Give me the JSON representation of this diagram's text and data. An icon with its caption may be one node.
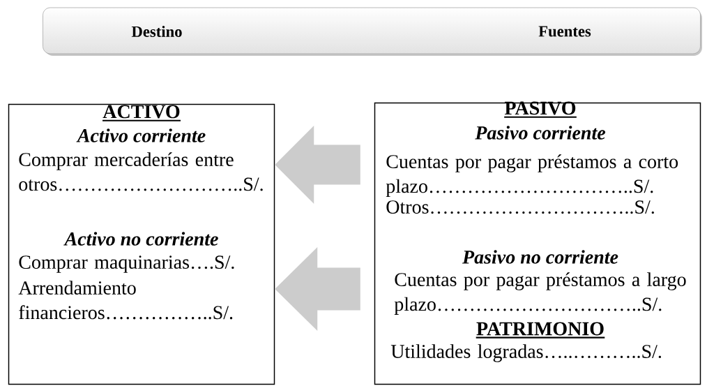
{
  "diagram": {
    "nodes": [
      {
        "text": [
          "Destino",
          "Fuentes"
        ]
      },
      {
        "text": [
          "ACTIVO",
          "Activo corriente",
          "Comprar mercaderías entre otros………………………..S/.",
          "Activo no corriente",
          "Comprar maquinarias….S/.",
          "Arrendamiento financieros……………..S/."
        ]
      },
      {
        "text": [
          "PASIVO",
          "Pasivo corriente",
          "Cuentas por pagar préstamos a corto plazo…………………………..S/.",
          "Otros…………………………..S/.",
          "Pasivo no corriente",
          "Cuentas por pagar préstamos a largo plazo…………………………..S/.",
          "PATRIMONIO",
          "Utilidades logradas…..………..S/."
        ]
      }
    ],
    "edges": [
      {
        "from": 2,
        "to": 1,
        "arrow": "to"
      },
      {
        "from": 2,
        "to": 1,
        "arrow": "to"
      }
    ]
  }
}
